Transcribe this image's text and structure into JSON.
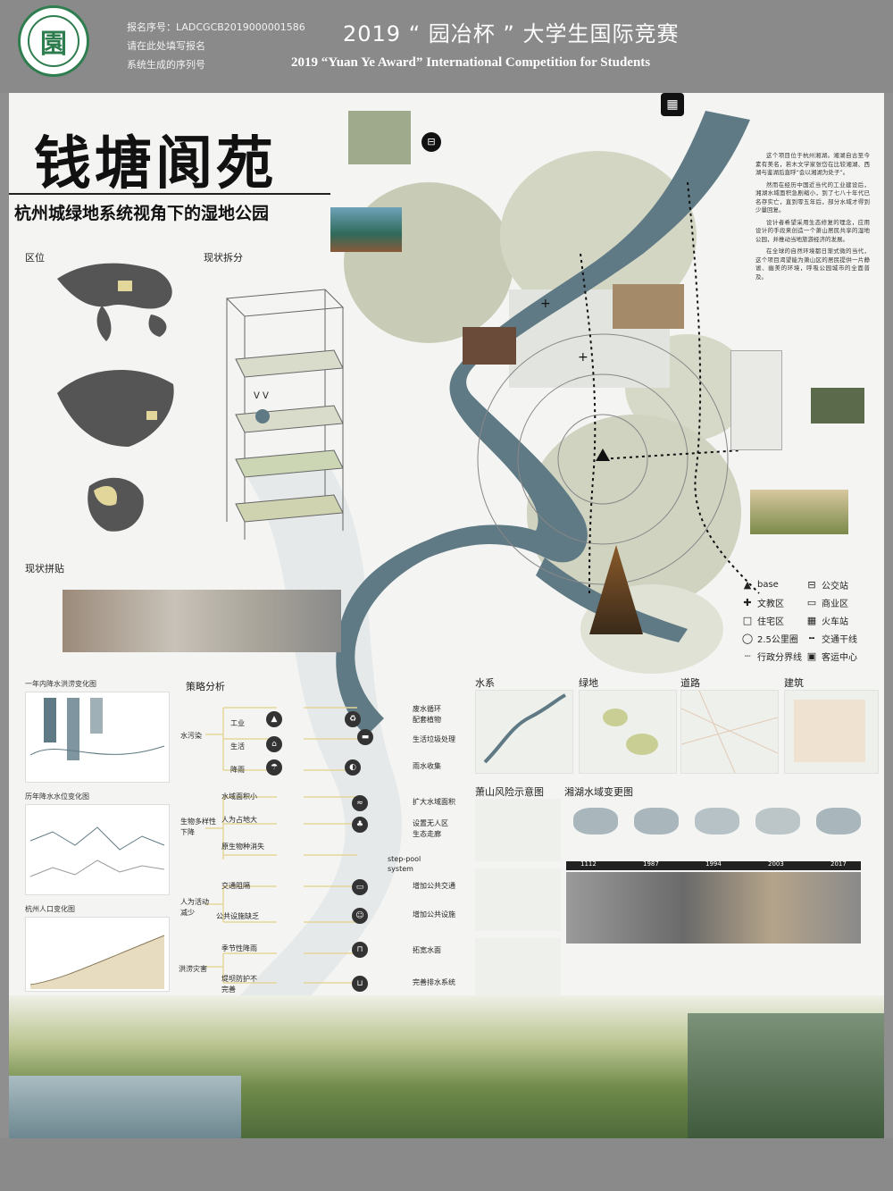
{
  "header": {
    "reg_line1": "报名序号：LADCGCB2019000001586",
    "reg_line2": "请在此处填写报名",
    "reg_line3": "系统生成的序列号",
    "comp_cn": "2019 “ 园冶杯 ” 大学生国际竞赛",
    "comp_en": "2019 “Yuan Ye Award” International Competition for  Students",
    "logo_char": "園"
  },
  "poster": {
    "title": "钱塘阆苑",
    "subtitle": "杭州城绿地系统视角下的湿地公园",
    "sections": {
      "location": "区位",
      "decomposition": "现状拆分",
      "collage": "现状拼贴",
      "strategy": "策略分析",
      "water": "水系",
      "green": "绿地",
      "road": "道路",
      "building": "建筑",
      "xiaoshan_risk": "萧山风险示意图",
      "xianghu_change": "湘湖水域变更图"
    },
    "description": [
      "这个项目位于杭州湘湖。湘湖自古至今素有美名，若木文学家张岱在比较湘湖、西湖与鉴湖后直呼“会以湘湖为处子”。",
      "然而在经历中国近当代的工业建设后，湘湖水域面积急剧缩小，到了七八十年代已名存实亡，直到零五年后，部分水域才得到少量回复。",
      "设计者希望采用生态修复的理念，应用设计的手段来创造一个萧山居民共享的湿地公园，并推动当地旅游经济的发展。",
      "在全球的自然环境都日渐式微的当代，这个项目渴望能为萧山区的居民提供一片静谧、幽美的环境，呼吸公园城市的全面普及。"
    ],
    "legend": [
      {
        "icon": "▲",
        "label": "base",
        "name": "base-icon"
      },
      {
        "icon": "✚",
        "label": "文教区",
        "name": "education-area-icon"
      },
      {
        "icon": "□",
        "label": "住宅区",
        "name": "residential-area-icon"
      },
      {
        "icon": "◯",
        "label": "2.5公里圈",
        "name": "radius-circle-icon"
      },
      {
        "icon": "┈",
        "label": "行政分界线",
        "name": "admin-boundary-icon"
      },
      {
        "icon": "⊟",
        "label": "公交站",
        "name": "bus-stop-icon"
      },
      {
        "icon": "▭",
        "label": "商业区",
        "name": "commercial-area-icon"
      },
      {
        "icon": "▦",
        "label": "火车站",
        "name": "train-station-icon"
      },
      {
        "icon": "╍",
        "label": "交通干线",
        "name": "traffic-line-icon"
      },
      {
        "icon": "▣",
        "label": "客运中心",
        "name": "passenger-center-icon"
      }
    ],
    "strategy": {
      "groups": [
        {
          "label": "水污染",
          "items": [
            "工业",
            "生活",
            "降雨"
          ]
        },
        {
          "label": "生物多样性下降",
          "items": [
            "水域面积小",
            "人为占地大",
            "原生物种消失"
          ]
        },
        {
          "label": "人为活动减少",
          "items": [
            "交通阻隔",
            "公共设施缺乏"
          ]
        },
        {
          "label": "洪涝灾害",
          "items": [
            "季节性降雨",
            "堤坝防护不完善"
          ]
        }
      ],
      "results": [
        "废水循环",
        "配套植物",
        "生活垃圾处理",
        "雨水收集",
        "扩大水域面积",
        "设置无人区",
        "生态走廊",
        "step-pool system",
        "增加公共交通",
        "增加公共设施",
        "拓宽水面",
        "完善排水系统"
      ]
    },
    "charts": {
      "c1": "一年内降水洪涝变化图",
      "c2": "历年降水水位变化图",
      "c3": "杭州人口变化图"
    },
    "timeline": [
      "1112",
      "1987",
      "1994",
      "2003",
      "2017"
    ],
    "colors": {
      "water": "#5f7a84",
      "green": "#c9cdb8",
      "accent_yellow": "#e3d69a",
      "header_gray": "#8a8a8a"
    }
  }
}
